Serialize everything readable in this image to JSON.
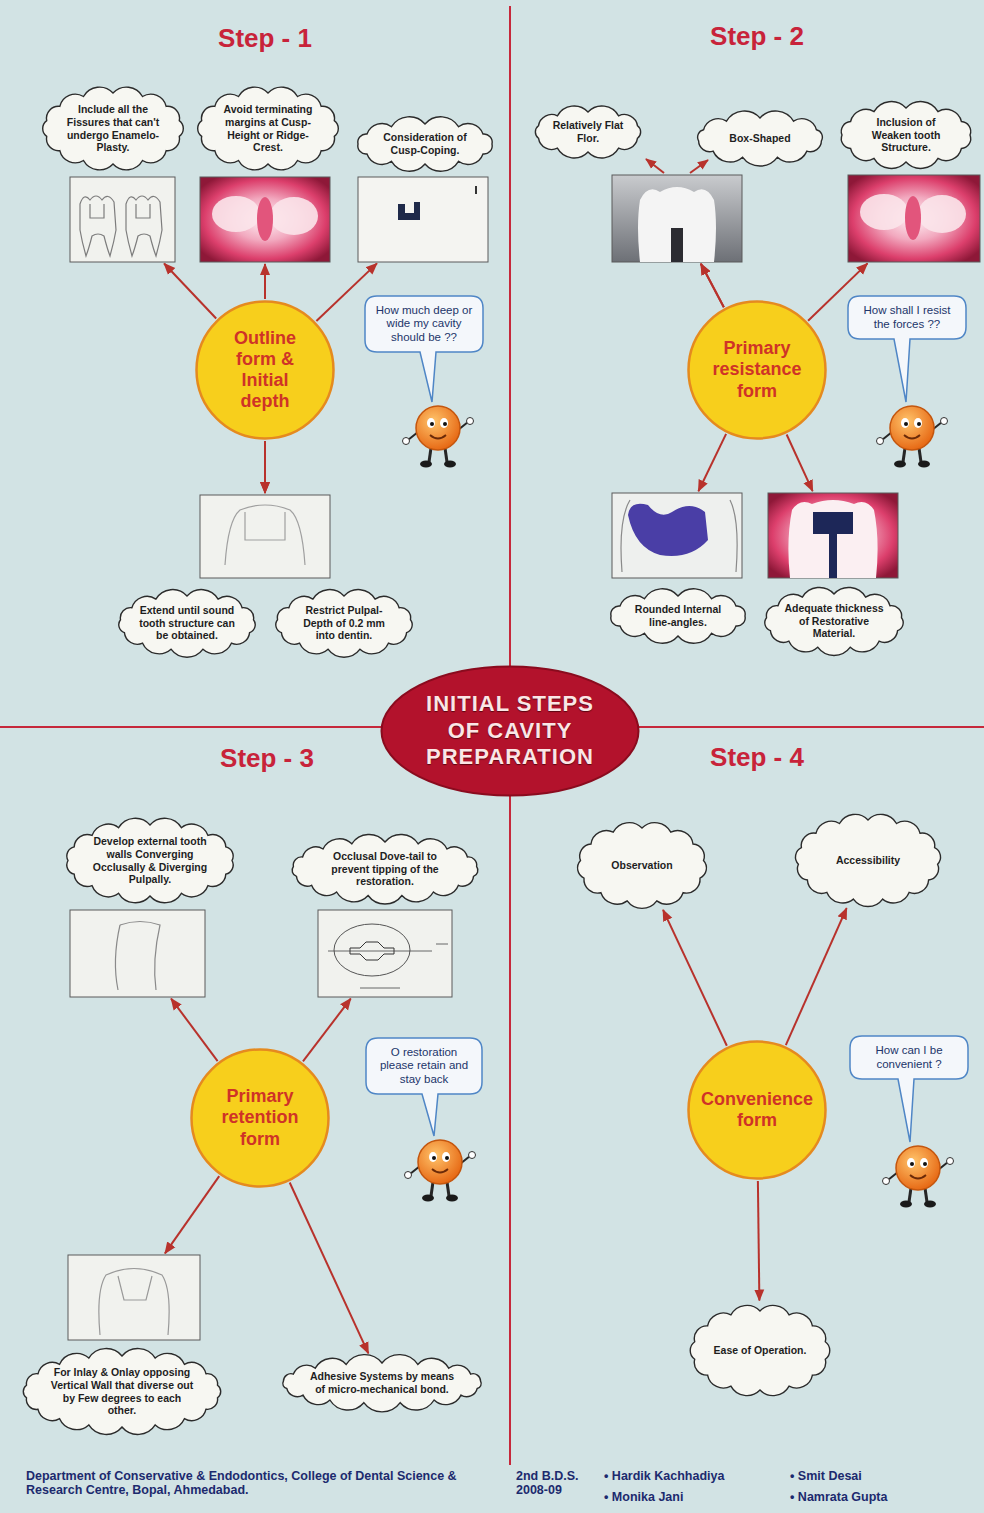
{
  "diagram": {
    "nodes": [
      {
        "text": [
          "INITIAL STEPS OF CAVITY PREPARATION"
        ]
      },
      {
        "text": [
          "Include all the Fissures that can't undergo Enamelo-Plasty."
        ]
      },
      {
        "text": [
          "Avoid terminating margins at Cusp-Height or Ridge-Crest."
        ]
      },
      {
        "text": [
          "Consideration of Cusp-Coping."
        ]
      },
      {
        "text": [
          "Outline form & Initial depth"
        ]
      },
      {
        "text": [
          "How much deep or wide my cavity should be ??"
        ]
      },
      {
        "text": [
          "Extend until sound tooth structure can be obtained."
        ]
      },
      {
        "text": [
          "Restrict Pulpal-Depth of 0.2 mm into dentin."
        ]
      },
      {
        "text": [
          "Relatively Flat Flor."
        ]
      },
      {
        "text": [
          "Box-Shaped"
        ]
      },
      {
        "text": [
          "Inclusion of Weaken tooth Structure."
        ]
      },
      {
        "text": [
          "Primary resistance form"
        ]
      },
      {
        "text": [
          "How shall I resist the forces ??"
        ]
      },
      {
        "text": [
          "Rounded Internal line-angles."
        ]
      },
      {
        "text": [
          "Adequate thickness of Restorative Material."
        ]
      },
      {
        "text": [
          "Develop external tooth walls Converging Occlusally & Diverging Pulpally."
        ]
      },
      {
        "text": [
          "Occlusal Dove-tail to prevent tipping of the restoration."
        ]
      },
      {
        "text": [
          "Primary retention form"
        ]
      },
      {
        "text": [
          "O restoration please retain and stay back"
        ]
      },
      {
        "text": [
          "For Inlay & Onlay opposing Vertical Wall that diverse out by Few degrees to each other."
        ]
      },
      {
        "text": [
          "Adhesive Systems by means of micro-mechanical bond."
        ]
      },
      {
        "text": [
          "Observation"
        ]
      },
      {
        "text": [
          "Accessibility"
        ]
      },
      {
        "text": [
          "Convenience form"
        ]
      },
      {
        "text": [
          "How can I be convenient ?"
        ]
      },
      {
        "text": [
          "Ease of Operation."
        ]
      }
    ],
    "edges": [
      {
        "from": 4,
        "to": 1,
        "arrow": "to"
      },
      {
        "from": 4,
        "to": 2,
        "arrow": "to"
      },
      {
        "from": 4,
        "to": 3,
        "arrow": "to"
      },
      {
        "from": 4,
        "to": 6,
        "arrow": "to"
      },
      {
        "from": 4,
        "to": 7,
        "arrow": "to"
      },
      {
        "from": 11,
        "to": 8,
        "arrow": "to"
      },
      {
        "from": 11,
        "to": 9,
        "arrow": "to"
      },
      {
        "from": 11,
        "to": 10,
        "arrow": "to"
      },
      {
        "from": 11,
        "to": 13,
        "arrow": "to"
      },
      {
        "from": 11,
        "to": 14,
        "arrow": "to"
      },
      {
        "from": 17,
        "to": 15,
        "arrow": "to"
      },
      {
        "from": 17,
        "to": 16,
        "arrow": "to"
      },
      {
        "from": 17,
        "to": 19,
        "arrow": "to"
      },
      {
        "from": 17,
        "to": 20,
        "arrow": "to"
      },
      {
        "from": 23,
        "to": 21,
        "arrow": "to"
      },
      {
        "from": 23,
        "to": 22,
        "arrow": "to"
      },
      {
        "from": 23,
        "to": 25,
        "arrow": "to"
      }
    ],
    "labels": [
      "Step - 1",
      "Step - 2",
      "Step - 3",
      "Step - 4",
      "Department of Conservative & Endodontics, College of Dental Science & Research Centre, Bopal, Ahmedabad.",
      "2nd B.D.S. 2008-09",
      "• Hardik Kachhadiya",
      "• Smit Desai",
      "• Monika Jani",
      "• Namrata Gupta"
    ]
  }
}
